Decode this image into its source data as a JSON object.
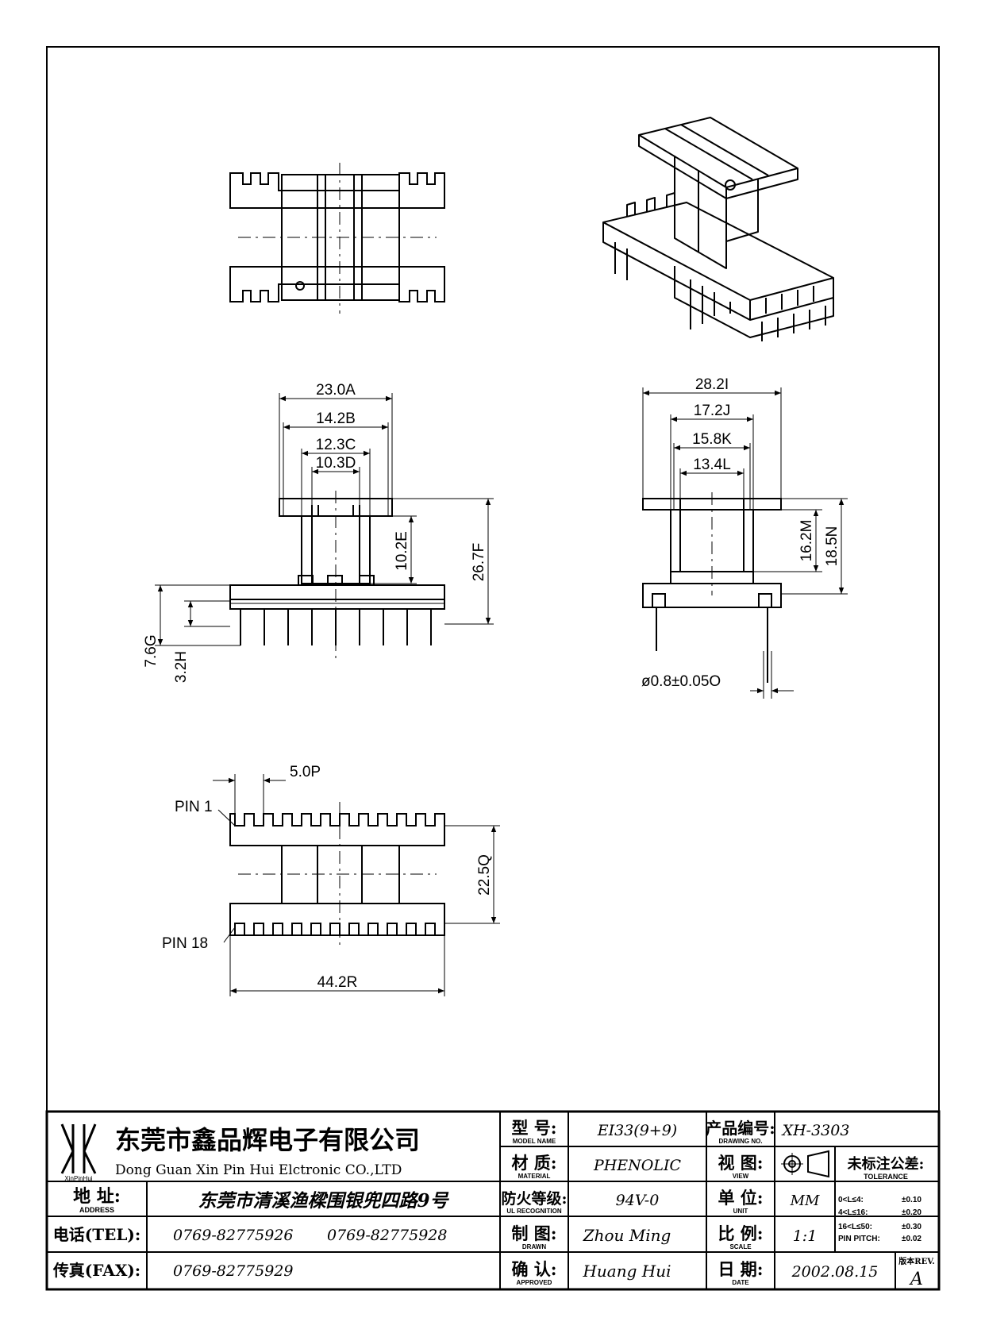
{
  "dimensions": {
    "a": "23.0A",
    "b": "14.2B",
    "c": "12.3C",
    "d": "10.3D",
    "e": "10.2E",
    "f": "26.7F",
    "g": "7.6G",
    "h": "3.2H",
    "i": "28.2I",
    "j": "17.2J",
    "k": "15.8K",
    "l": "13.4L",
    "m": "16.2M",
    "n": "18.5N",
    "o": "ø0.8±0.05O",
    "p": "5.0P",
    "q": "22.5Q",
    "r": "44.2R"
  },
  "pins": {
    "pin1": "PIN 1",
    "pin18": "PIN 18"
  },
  "company": {
    "name_cn": "东莞市鑫品辉电子有限公司",
    "name_en": "Dong Guan Xin Pin Hui Elctronic CO.,LTD",
    "logo_text": "XinPinHui"
  },
  "title_block": {
    "address_label": "地 址:",
    "address_sub": "ADDRESS",
    "address_value": "东莞市清溪渔樑围银兜四路9号",
    "tel_label": "电话(TEL):",
    "tel_value1": "0769-82775926",
    "tel_value2": "0769-82775928",
    "fax_label": "传真(FAX):",
    "fax_value": "0769-82775929",
    "model_label": "型 号:",
    "model_sub": "MODEL NAME",
    "model_value": "EI33(9+9)",
    "material_label": "材 质:",
    "material_sub": "MATERIAL",
    "material_value": "PHENOLIC",
    "ul_label": "防火等级:",
    "ul_sub": "UL RECOGNITION",
    "ul_value": "94V-0",
    "drawn_label": "制 图:",
    "drawn_sub": "DRAWN",
    "drawn_value": "Zhou Ming",
    "approved_label": "确 认:",
    "approved_sub": "APPROVED",
    "approved_value": "Huang Hui",
    "drawing_no_label": "产品编号:",
    "drawing_no_sub": "DRAWING NO.",
    "drawing_no_value": "XH-3303",
    "view_label": "视 图:",
    "view_sub": "VIEW",
    "unit_label": "单 位:",
    "unit_sub": "UNIT",
    "unit_value": "MM",
    "scale_label": "比 例:",
    "scale_sub": "SCALE",
    "scale_value": "1:1",
    "date_label": "日 期:",
    "date_sub": "DATE",
    "date_value": "2002.08.15",
    "tolerance_label": "未标注公差:",
    "tolerance_sub": "TOLERANCE",
    "tolerances": [
      {
        "range": "0<L≤4:",
        "value": "±0.10"
      },
      {
        "range": "4<L≤16:",
        "value": "±0.20"
      },
      {
        "range": "16<L≤50:",
        "value": "±0.30"
      },
      {
        "range": "PIN PITCH:",
        "value": "±0.02"
      }
    ],
    "rev_label": "版本REV.",
    "rev_value": "A"
  }
}
